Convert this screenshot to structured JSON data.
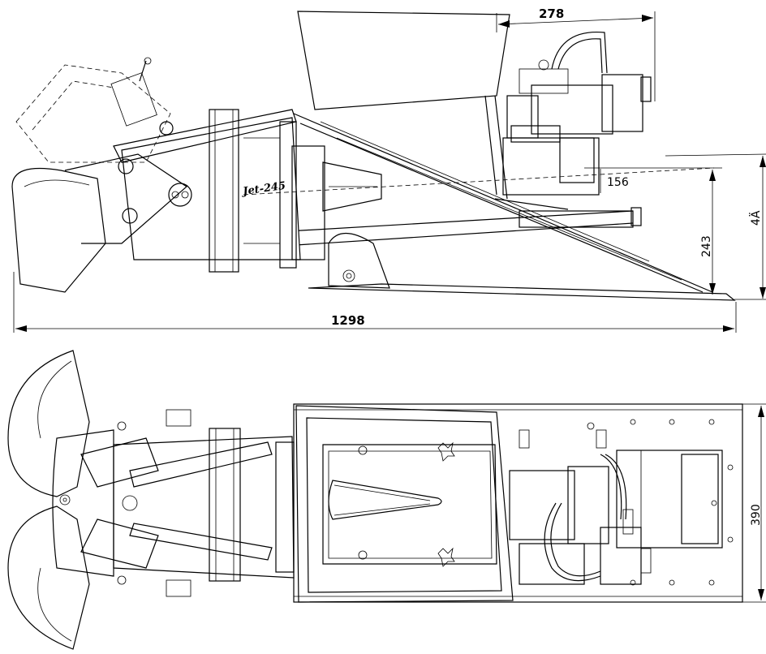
{
  "dimensions": {
    "top_width": "278",
    "jet_axis_height": "156",
    "base_height": "243",
    "overall_height": "4Ä",
    "overall_length": "1298",
    "overall_width": "390"
  },
  "marking": {
    "unit_name": "Jet-245"
  }
}
